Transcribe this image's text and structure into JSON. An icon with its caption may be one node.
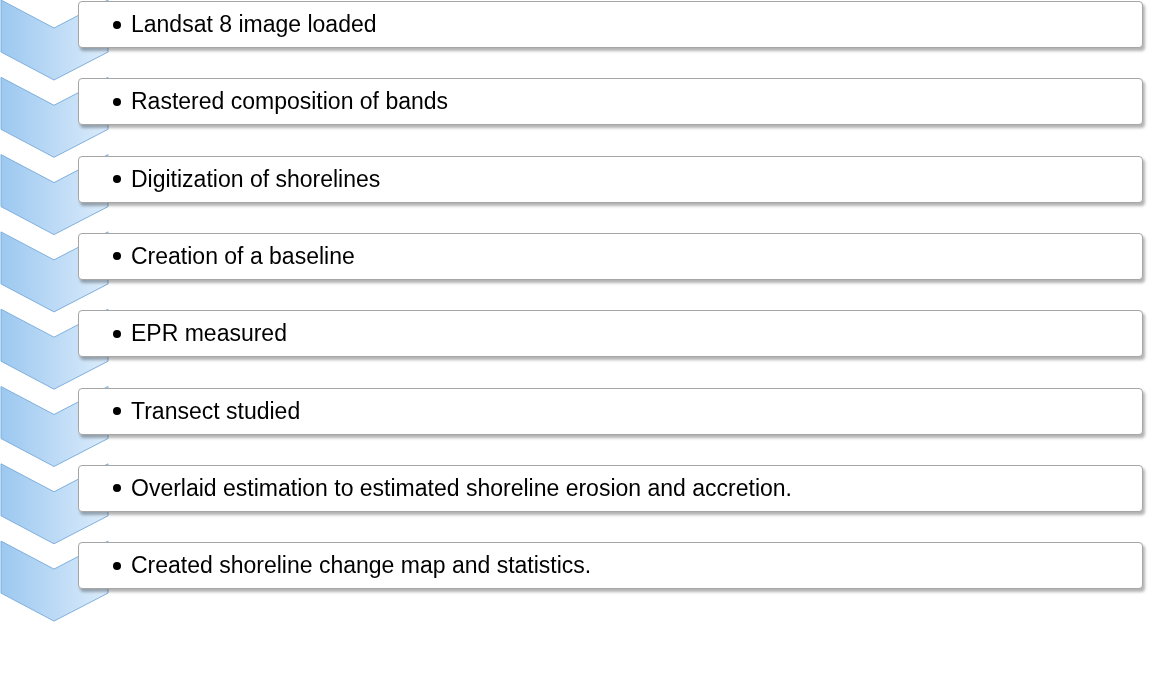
{
  "diagram": {
    "nodes": [
      {
        "text": [
          "Landsat 8 image loaded"
        ]
      },
      {
        "text": [
          "Rastered composition of bands"
        ]
      },
      {
        "text": [
          "Digitization of shorelines"
        ]
      },
      {
        "text": [
          "Creation of a baseline"
        ]
      },
      {
        "text": [
          "EPR measured"
        ]
      },
      {
        "text": [
          "Transect studied"
        ]
      },
      {
        "text": [
          "Overlaid estimation to estimated shoreline erosion and accretion."
        ]
      },
      {
        "text": [
          "Created shoreline change map and statistics."
        ]
      }
    ],
    "edges": []
  }
}
